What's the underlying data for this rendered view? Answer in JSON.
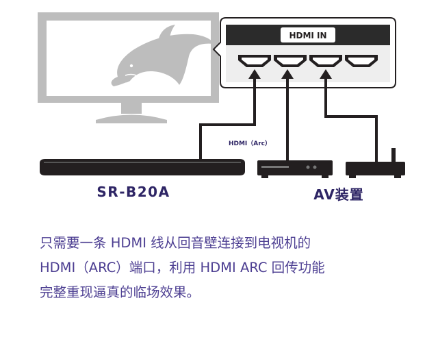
{
  "hdmi_in_label": "HDMI IN",
  "hdmi_arc_label": "HDMI（Arc）",
  "soundbar_label": "SR-B20A",
  "av_device_label": "AV装置",
  "description_lines": [
    "只需要一条 HDMI 线从回音壁连接到电视机的",
    "HDMI（ARC）端口，利用 HDMI ARC 回传功能",
    "完整重现逼真的临场效果。"
  ],
  "colors": {
    "text_purple": "#4d3f92",
    "label_navy": "#2e2565",
    "line_dark": "#231f20",
    "tv_gray": "#bdbdbd"
  },
  "icons": [
    "tv-icon",
    "dolphin-icon",
    "soundbar-icon",
    "bluray-player-icon",
    "set-top-box-icon"
  ]
}
